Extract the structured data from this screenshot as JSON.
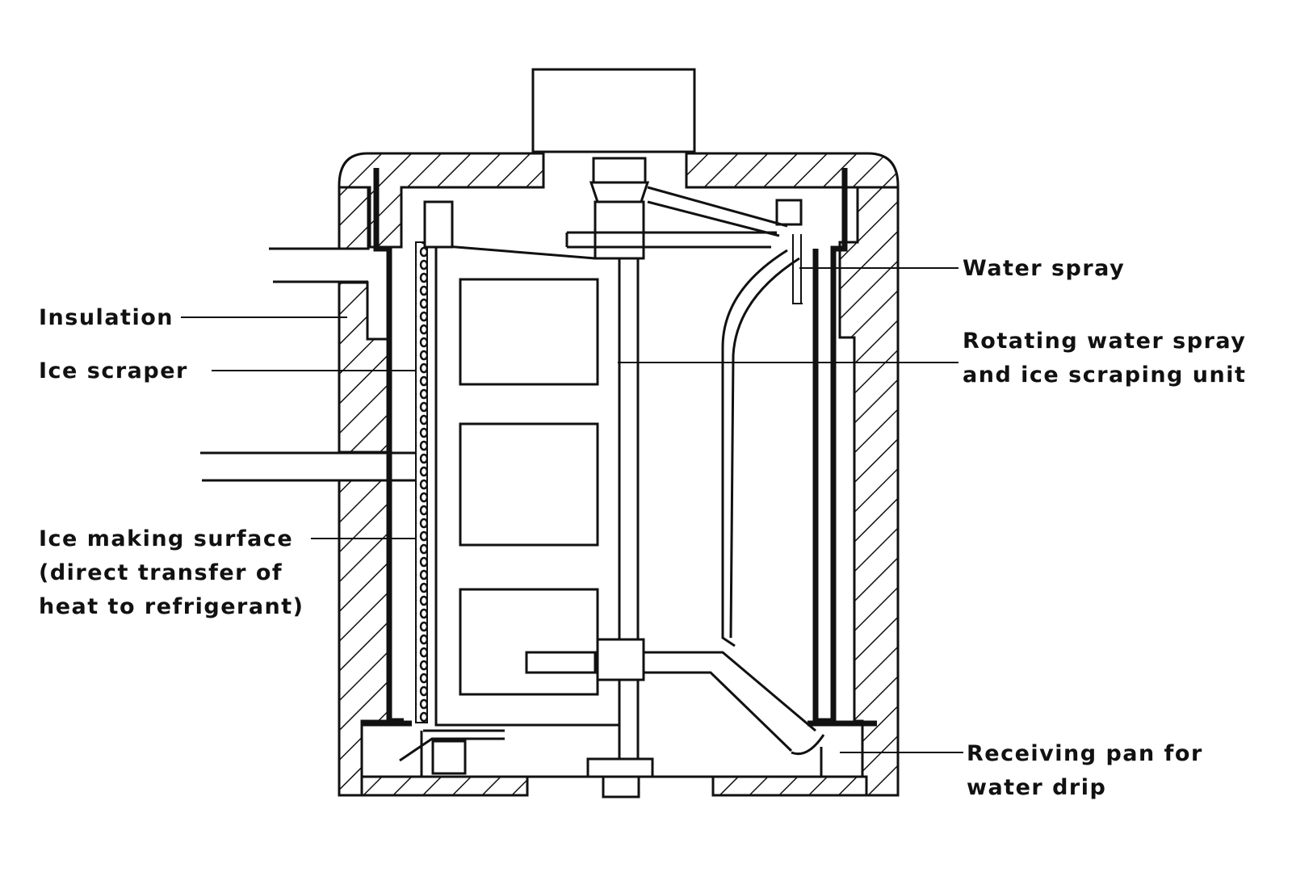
{
  "labels": {
    "insulation": "Insulation",
    "ice_scraper": "Ice scraper",
    "ice_making_surface": [
      "Ice making surface",
      "(direct transfer of",
      "heat to refrigerant)"
    ],
    "water_spray": "Water  spray",
    "rotating_unit": [
      "Rotating water spray",
      "and ice scraping  unit"
    ],
    "receiving_pan": [
      "Receiving pan for",
      "water drip"
    ]
  }
}
